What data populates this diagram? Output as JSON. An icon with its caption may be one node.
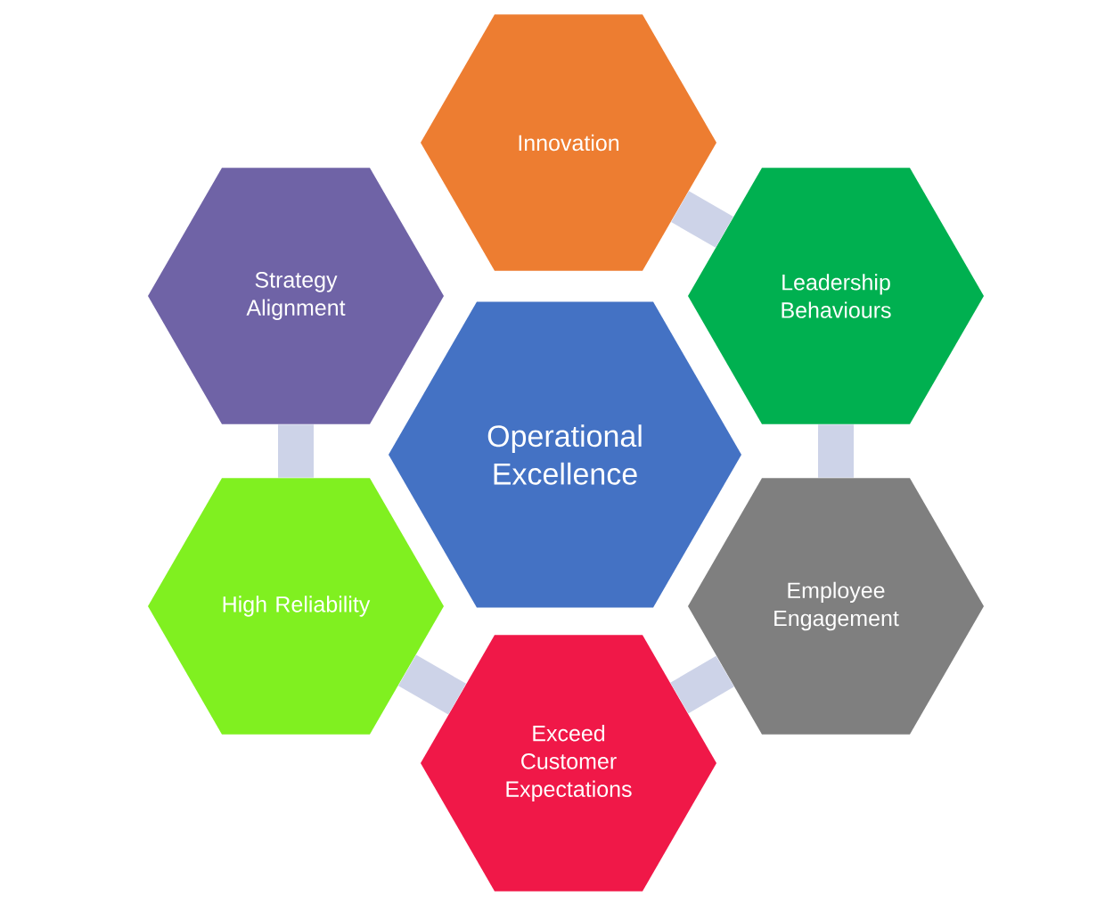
{
  "diagram": {
    "nodes": [
      {
        "text": [
          "Operational Excellence"
        ]
      },
      {
        "text": [
          "Innovation"
        ]
      },
      {
        "text": [
          "Leadership Behaviours"
        ]
      },
      {
        "text": [
          "Employee Engagement"
        ]
      },
      {
        "text": [
          "Exceed Customer Expectations"
        ]
      },
      {
        "text": [
          "High Reliability"
        ]
      },
      {
        "text": [
          "Strategy Alignment"
        ]
      }
    ],
    "edges": [
      {
        "from": 1,
        "to": 2,
        "arrow": "none"
      },
      {
        "from": 2,
        "to": 3,
        "arrow": "none"
      },
      {
        "from": 3,
        "to": 4,
        "arrow": "none"
      },
      {
        "from": 4,
        "to": 5,
        "arrow": "none"
      },
      {
        "from": 5,
        "to": 6,
        "arrow": "none"
      }
    ]
  }
}
